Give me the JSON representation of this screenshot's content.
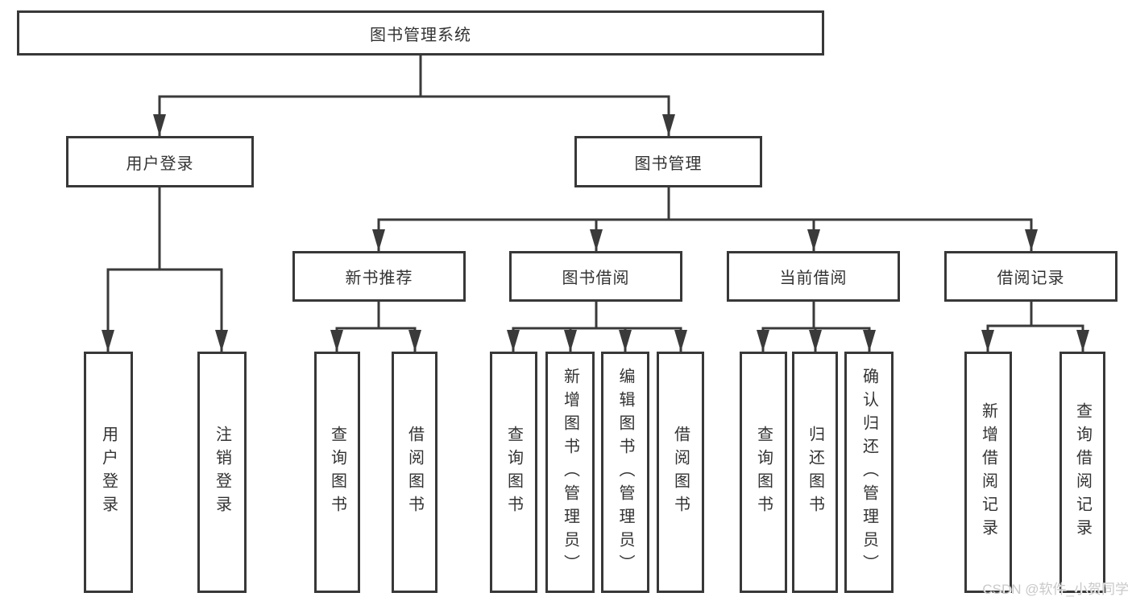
{
  "diagram": {
    "type": "tree",
    "title": "图书管理系统",
    "colors": {
      "line": "#3a3a3a",
      "box_border": "#383838",
      "text": "#333333",
      "background": "#ffffff",
      "watermark": "#c9c9c9"
    }
  },
  "nodes": {
    "root": {
      "label": "图书管理系统"
    },
    "level2": [
      {
        "label": "用户登录",
        "parent": "图书管理系统"
      },
      {
        "label": "图书管理",
        "parent": "图书管理系统"
      }
    ],
    "level3": [
      {
        "label": "新书推荐",
        "parent": "图书管理"
      },
      {
        "label": "图书借阅",
        "parent": "图书管理"
      },
      {
        "label": "当前借阅",
        "parent": "图书管理"
      },
      {
        "label": "借阅记录",
        "parent": "图书管理"
      }
    ],
    "level4": [
      {
        "label": "用户登录",
        "parent": "用户登录"
      },
      {
        "label": "注销登录",
        "parent": "用户登录"
      },
      {
        "label": "查询图书",
        "parent": "新书推荐"
      },
      {
        "label": "借阅图书",
        "parent": "新书推荐"
      },
      {
        "label": "查询图书",
        "parent": "图书借阅"
      },
      {
        "label": "新增图书（管理员）",
        "parent": "图书借阅"
      },
      {
        "label": "编辑图书（管理员）",
        "parent": "图书借阅"
      },
      {
        "label": "借阅图书",
        "parent": "图书借阅"
      },
      {
        "label": "查询图书",
        "parent": "当前借阅"
      },
      {
        "label": "归还图书",
        "parent": "当前借阅"
      },
      {
        "label": "确认归还（管理员）",
        "parent": "当前借阅"
      },
      {
        "label": "新增借阅记录",
        "parent": "借阅记录"
      },
      {
        "label": "查询借阅记录",
        "parent": "借阅记录"
      }
    ]
  },
  "watermark": {
    "text": "CSDN @软件_小贺同学"
  }
}
